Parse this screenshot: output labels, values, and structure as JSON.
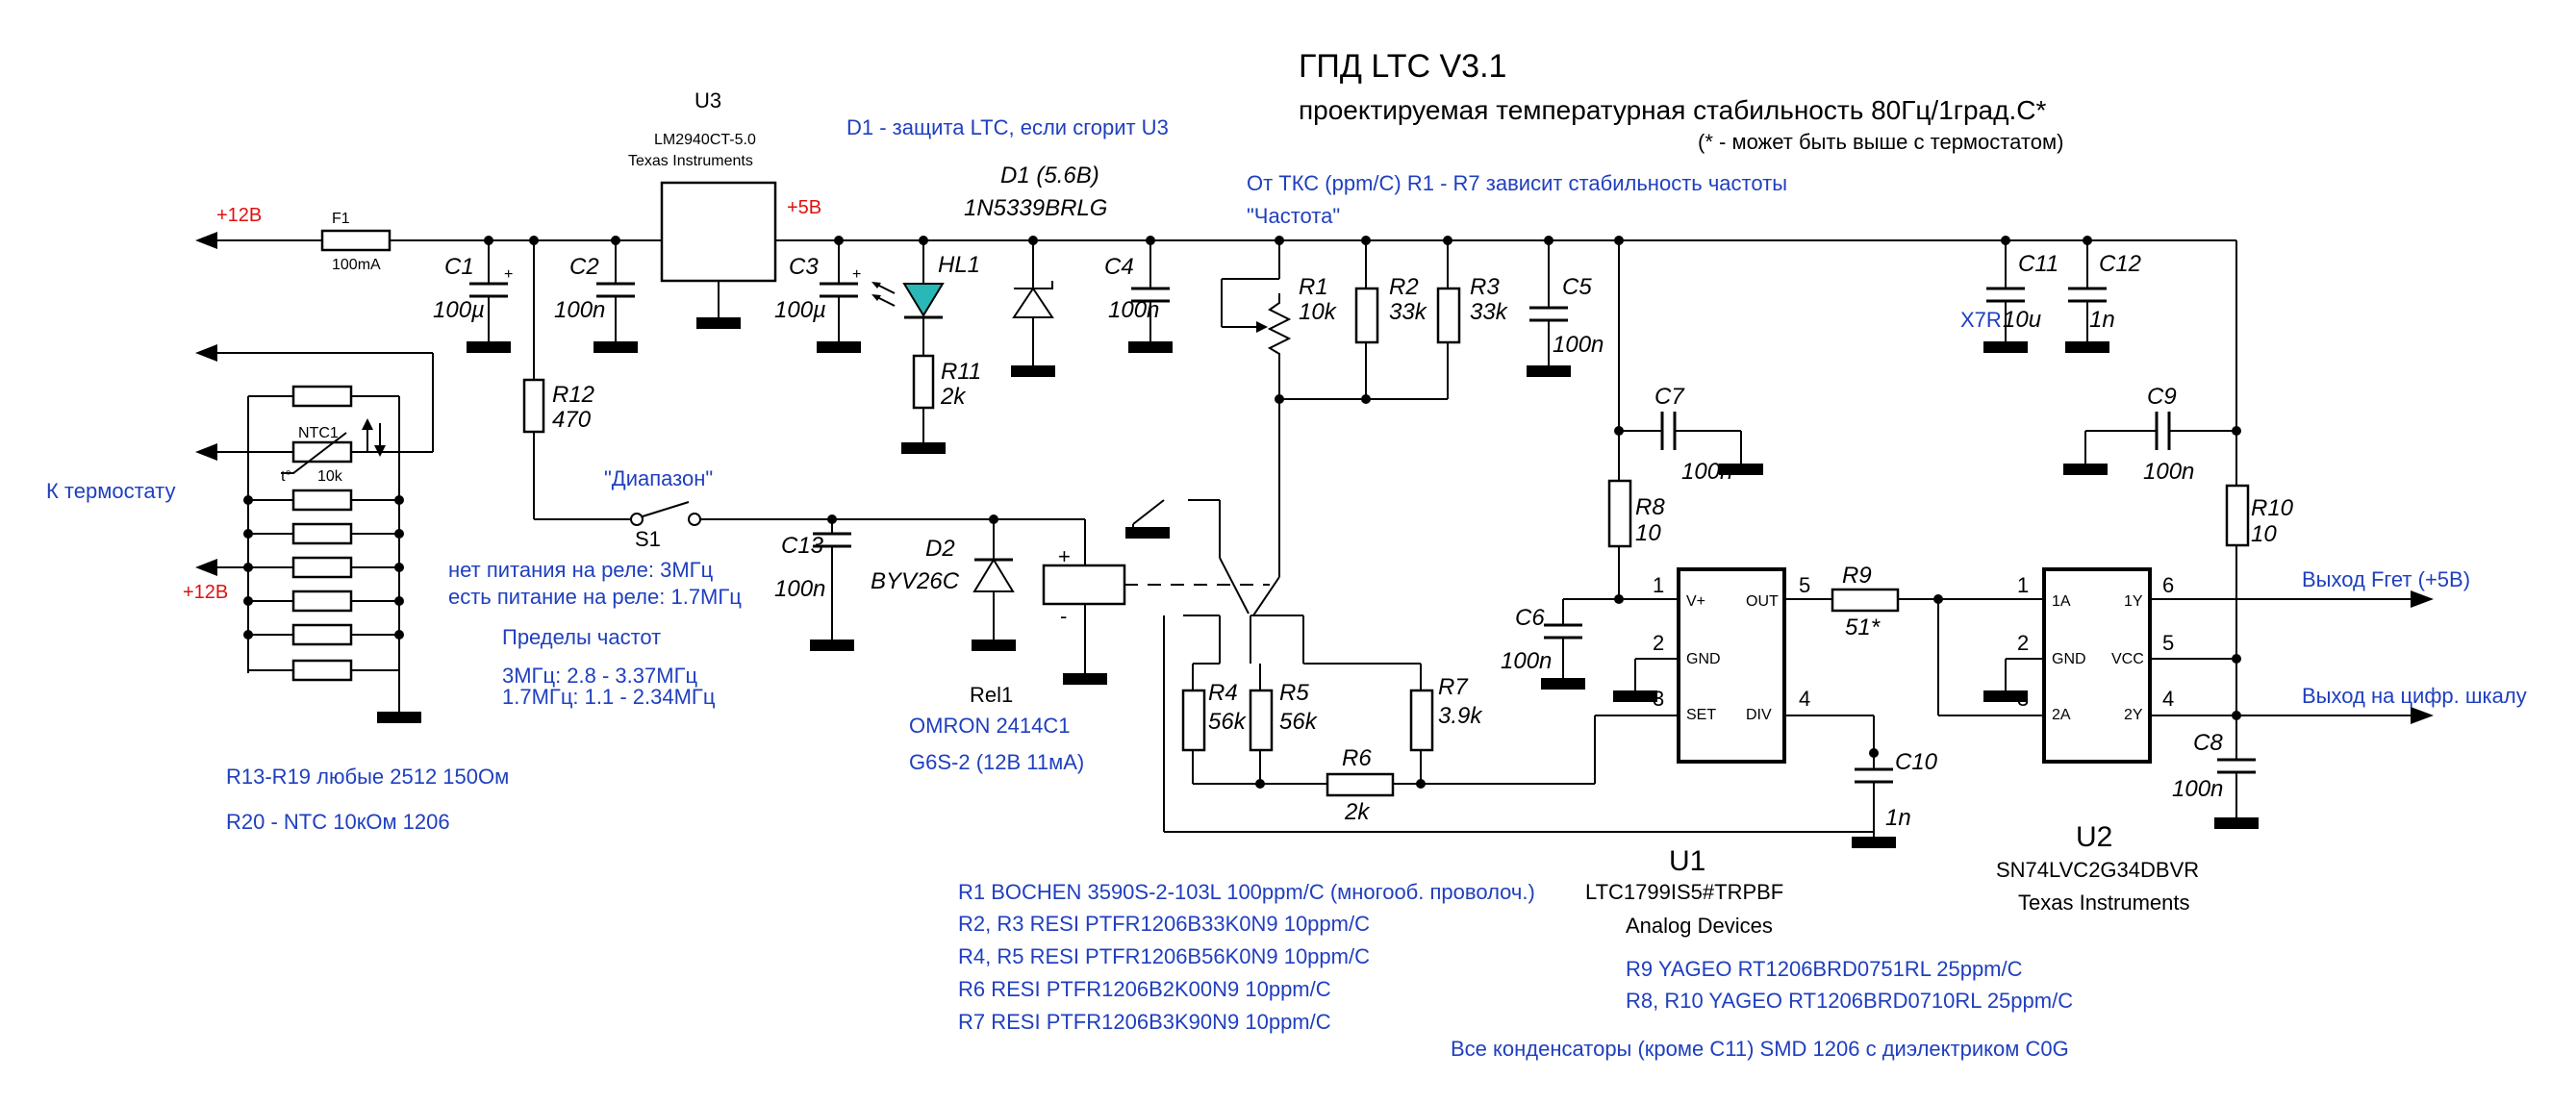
{
  "title": {
    "main": "ГПД LTC V3.1",
    "subtitle": "проектируемая температурная стабильность 80Гц/1град.С*",
    "note": "(* - может быть выше с термостатом)"
  },
  "annotations": {
    "d1_protect": "D1 - защита LTC, если сгорит U3",
    "tks": "От ТКС (ppm/C) R1 - R7 зависит стабильность частоты",
    "freq": "\"Частота\"",
    "range": "\"Диапазон\"",
    "thermostat": "К термостату",
    "relay_off": "нет питания на реле: 3МГц",
    "relay_on": "есть питание на реле: 1.7МГц",
    "limits_title": "Пределы частот",
    "limit_3": "3МГц: 2.8 - 3.37МГц",
    "limit_17": "1.7МГц: 1.1 - 2.34МГц",
    "r13_19": "R13-R19 любые 2512 150Ом",
    "r20": "R20 - NTC 10кОм 1206",
    "out_fret": "Выход Fгет (+5В)",
    "out_scale": "Выход на цифр. шкалу"
  },
  "rails": {
    "p12_top": "+12В",
    "p12_bottom": "+12В",
    "p5": "+5В"
  },
  "components": {
    "F1": {
      "ref": "F1",
      "value": "100mA"
    },
    "U3": {
      "ref": "U3",
      "part": "LM2940CT-5.0",
      "maker": "Texas Instruments"
    },
    "C1": {
      "ref": "C1",
      "value": "100µ"
    },
    "C2": {
      "ref": "C2",
      "value": "100n"
    },
    "C3": {
      "ref": "C3",
      "value": "100µ"
    },
    "C4": {
      "ref": "C4",
      "value": "100n"
    },
    "C5": {
      "ref": "C5",
      "value": "100n"
    },
    "C6": {
      "ref": "C6",
      "value": "100n"
    },
    "C7": {
      "ref": "C7",
      "value": "100n"
    },
    "C8": {
      "ref": "C8",
      "value": "100n"
    },
    "C9": {
      "ref": "C9",
      "value": "100n"
    },
    "C10": {
      "ref": "C10",
      "value": "1n"
    },
    "C11": {
      "ref": "C11",
      "value": "10u",
      "dielectric": "X7R"
    },
    "C12": {
      "ref": "C12",
      "value": "1n"
    },
    "C13": {
      "ref": "C13",
      "value": "100n"
    },
    "HL1": {
      "ref": "HL1"
    },
    "D1": {
      "ref": "D1 (5.6В)",
      "part": "1N5339BRLG"
    },
    "D2": {
      "ref": "D2",
      "part": "BYV26C"
    },
    "R1": {
      "ref": "R1",
      "value": "10k"
    },
    "R2": {
      "ref": "R2",
      "value": "33k"
    },
    "R3": {
      "ref": "R3",
      "value": "33k"
    },
    "R4": {
      "ref": "R4",
      "value": "56k"
    },
    "R5": {
      "ref": "R5",
      "value": "56k"
    },
    "R6": {
      "ref": "R6",
      "value": "2k"
    },
    "R7": {
      "ref": "R7",
      "value": "3.9k"
    },
    "R8": {
      "ref": "R8",
      "value": "10"
    },
    "R9": {
      "ref": "R9",
      "value": "51*"
    },
    "R10": {
      "ref": "R10",
      "value": "10"
    },
    "R11": {
      "ref": "R11",
      "value": "2k"
    },
    "R12": {
      "ref": "R12",
      "value": "470"
    },
    "NTC1": {
      "ref": "NTC1",
      "value": "10k",
      "mark": "t°"
    },
    "S1": {
      "ref": "S1"
    },
    "Rel1": {
      "ref": "Rel1",
      "part": "OMRON 2414C1",
      "type": "G6S-2 (12В 11мА)"
    },
    "U1": {
      "ref": "U1",
      "part": "LTC1799IS5#TRPBF",
      "maker": "Analog Devices",
      "pins": {
        "vp": "V+",
        "gnd": "GND",
        "set": "SET",
        "out": "OUT",
        "div": "DIV"
      },
      "nums": {
        "p1": "1",
        "p2": "2",
        "p3": "3",
        "p4": "4",
        "p5": "5"
      }
    },
    "U2": {
      "ref": "U2",
      "part": "SN74LVC2G34DBVR",
      "maker": "Texas Instruments",
      "pins": {
        "a1": "1A",
        "gnd": "GND",
        "a2": "2A",
        "y1": "1Y",
        "vcc": "VCC",
        "y2": "2Y"
      },
      "nums": {
        "p1": "1",
        "p2": "2",
        "p3": "3",
        "p4": "4",
        "p5": "5",
        "p6": "6"
      }
    },
    "relay_signs": {
      "plus": "+",
      "minus": "-"
    }
  },
  "bom": [
    "R1 BOCHEN 3590S-2-103L 100ppm/C (многооб. проволоч.)",
    "R2, R3 RESI PTFR1206B33K0N9 10ppm/C",
    "R4, R5 RESI PTFR1206B56K0N9 10ppm/C",
    "R6 RESI PTFR1206B2K00N9 10ppm/C",
    "R7 RESI PTFR1206B3K90N9 10ppm/C"
  ],
  "bom_right": [
    "R9 YAGEO RT1206BRD0751RL 25ppm/C",
    "R8, R10 YAGEO RT1206BRD0710RL 25ppm/C"
  ],
  "cap_note": "Все конденсаторы (кроме C11) SMD 1206 с диэлектриком C0G"
}
